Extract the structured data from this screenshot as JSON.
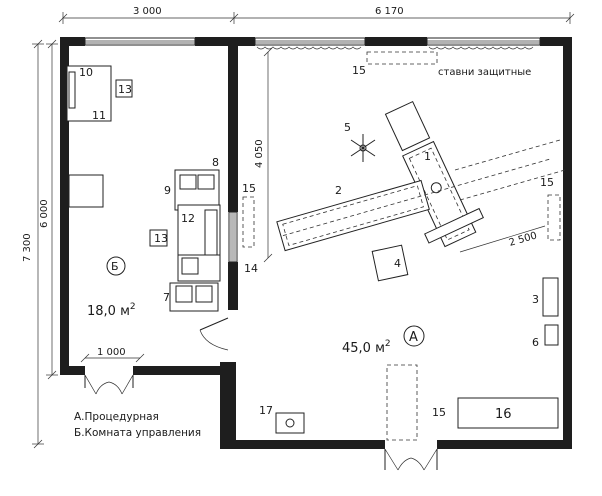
{
  "dimensions": {
    "top_left": "3 000",
    "top_right": "6 170",
    "left_outer": "7 300",
    "left_inner": "6 000",
    "inner_vertical": "4 050",
    "bottom_door": "1 000",
    "table_span": "2 500"
  },
  "rooms": {
    "a": {
      "letter": "А",
      "area_value": "45,0 м",
      "area_sup": "2"
    },
    "b": {
      "letter": "Б",
      "area_value": "18,0 м",
      "area_sup": "2"
    }
  },
  "labels": {
    "n1": "1",
    "n2": "2",
    "n3": "3",
    "n4": "4",
    "n5": "5",
    "n6": "6",
    "n7": "7",
    "n8": "8",
    "n9": "9",
    "n10": "10",
    "n11": "11",
    "n12": "12",
    "n13a": "13",
    "n13b": "13",
    "n14": "14",
    "n15_top": "15",
    "n15_mid": "15",
    "n15_right": "15",
    "n15_bottom": "15",
    "n16": "16",
    "n17": "17"
  },
  "shutters_note": "ставни защитные",
  "legend": {
    "a": "А.Процедурная",
    "b": "Б.Комната управления"
  }
}
